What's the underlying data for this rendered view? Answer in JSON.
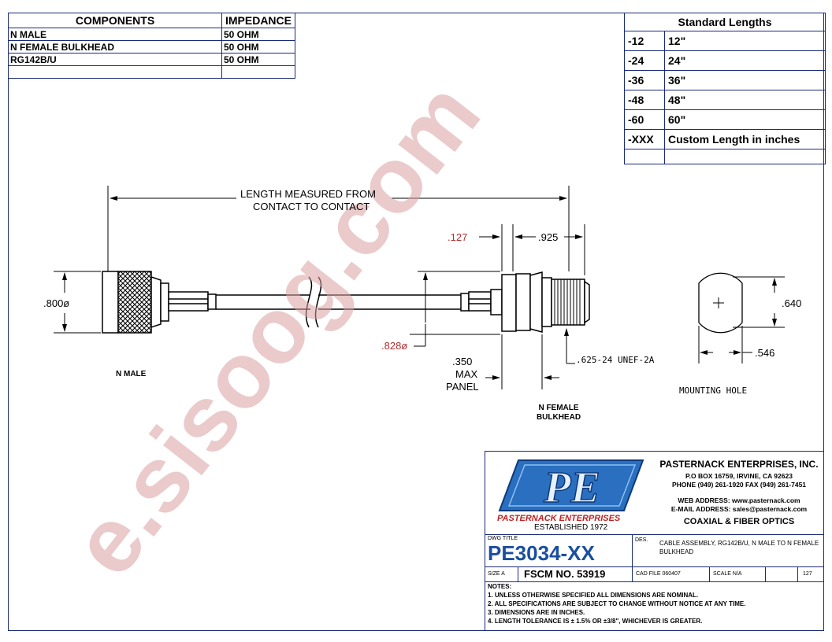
{
  "components_table": {
    "headers": [
      "COMPONENTS",
      "IMPEDANCE"
    ],
    "rows": [
      [
        "N MALE",
        "50 OHM"
      ],
      [
        "N FEMALE BULKHEAD",
        "50 OHM"
      ],
      [
        "RG142B/U",
        "50 OHM"
      ],
      [
        "",
        ""
      ]
    ]
  },
  "lengths_table": {
    "title": "Standard Lengths",
    "rows": [
      [
        "-12",
        "12\""
      ],
      [
        "-24",
        "24\""
      ],
      [
        "-36",
        "36\""
      ],
      [
        "-48",
        "48\""
      ],
      [
        "-60",
        "60\""
      ],
      [
        "-XXX",
        "Custom Length in inches"
      ],
      [
        "",
        ""
      ]
    ]
  },
  "drawing": {
    "length_label_1": "LENGTH MEASURED FROM",
    "length_label_2": "CONTACT TO CONTACT",
    "dim_800": ".800ø",
    "dim_828": ".828ø",
    "dim_127": ".127",
    "dim_925": ".925",
    "dim_350_1": ".350",
    "dim_350_2": "MAX",
    "dim_350_3": "PANEL",
    "thread": ".625-24 UNEF-2A",
    "dim_640": ".640",
    "dim_546": ".546",
    "mounting_hole": "MOUNTING HOLE",
    "n_male": "N MALE",
    "n_female_1": "N FEMALE",
    "n_female_2": "BULKHEAD"
  },
  "title_block": {
    "logo_text": "PE",
    "logo_company": "PASTERNACK ENTERPRISES",
    "established": "ESTABLISHED 1972",
    "company": "PASTERNACK ENTERPRISES, INC.",
    "address": "P.O BOX 16759, IRVINE, CA 92623",
    "phone": "PHONE (949) 261-1920 FAX (949) 261-7451",
    "web": "WEB ADDRESS: www.pasternack.com",
    "email": "E-MAIL ADDRESS: sales@pasternack.com",
    "tagline": "COAXIAL & FIBER OPTICS",
    "dwg_title_label": "DWG TITLE",
    "dwg_title": "PE3034-XX",
    "des_label": "DES.",
    "description": "CABLE ASSEMBLY, RG142B/U, N MALE TO N FEMALE BULKHEAD",
    "size_label": "SIZE A",
    "fscm": "FSCM NO. 53919",
    "cad_file": "CAD FILE  060407",
    "scale": "SCALE  N/A",
    "sheet_no": "127",
    "notes_label": "NOTES:",
    "notes": [
      "1.  UNLESS OTHERWISE SPECIFIED ALL DIMENSIONS ARE NOMINAL.",
      "2.  ALL SPECIFICATIONS ARE SUBJECT TO CHANGE WITHOUT NOTICE AT ANY TIME.",
      "3.  DIMENSIONS ARE IN INCHES.",
      "4.  LENGTH TOLERANCE IS ± 1.5% OR ±3/8\", WHICHEVER IS GREATER."
    ]
  },
  "watermark": "e.sisoog.com",
  "colors": {
    "border": "#1a2a7a",
    "logo_blue": "#2a6fc0",
    "logo_red": "#c02020",
    "watermark": "#d9a0a0"
  }
}
